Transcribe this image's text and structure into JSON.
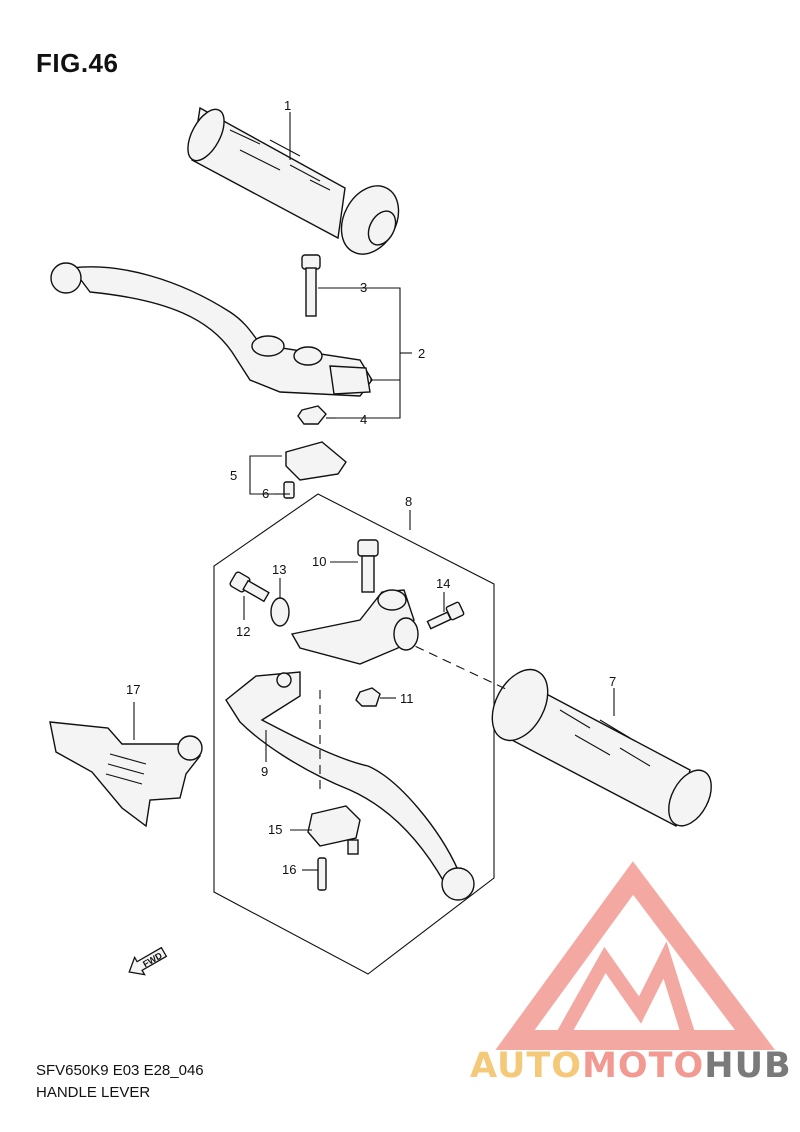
{
  "figure_title": "FIG.46",
  "caption": {
    "code": "SFV650K9 E03 E28_046",
    "name": "HANDLE LEVER"
  },
  "fwd_label": "FWD",
  "callouts": [
    "1",
    "2",
    "3",
    "4",
    "5",
    "6",
    "7",
    "8",
    "9",
    "10",
    "11",
    "12",
    "13",
    "14",
    "15",
    "16",
    "17"
  ],
  "watermark": {
    "parts": [
      "AUTO",
      "MOTO",
      "HUB"
    ],
    "colors": [
      "#f5c97a",
      "#f29a92",
      "#7a7a7a"
    ],
    "logo_color": "#f29a92"
  }
}
